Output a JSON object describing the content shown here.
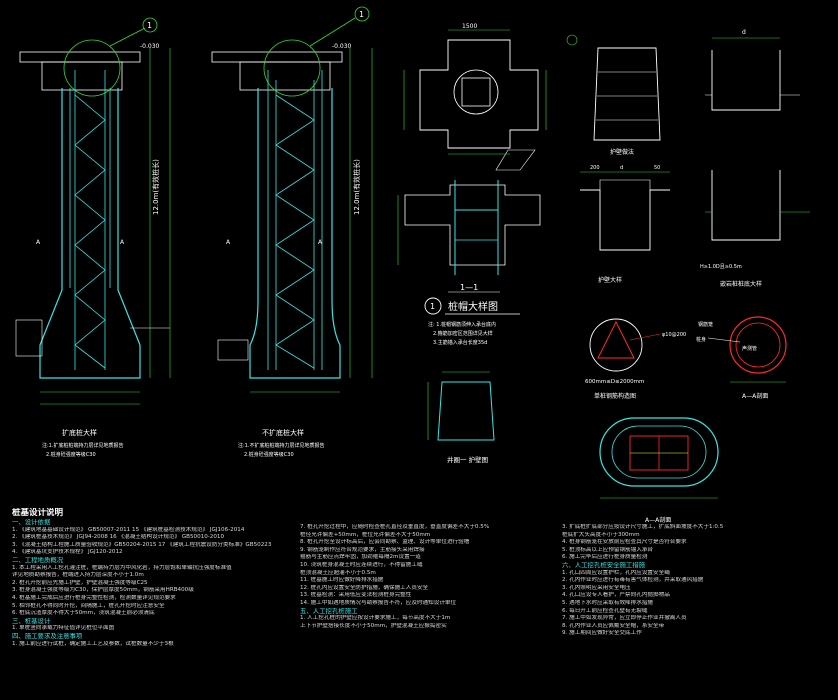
{
  "labels": {
    "dim_head": "-0.030",
    "dim_head2": "-0.030",
    "pile_len_left": "12.0m(有效桩长)",
    "pile_len_right": "12.0m(有效桩长)",
    "callout1": "1",
    "callout1b": "1",
    "section11": "1—1",
    "detail_title": "桩帽大样图",
    "detail_num": "1",
    "detail_desc1": "注: 1.桩帽钢筋须伸入承台底内",
    "detail_desc2": "2.箍筋加密区范围详见大样",
    "detail_desc3": "3.主筋锚入承台长度35d",
    "big_title_left": "扩底桩大样",
    "big_title_right": "不扩底桩大样",
    "big_note_left1": "注:1.扩底桩桩端持力层详见地质报告",
    "big_note_left2": "2.桩身砼强度等级C30",
    "big_note_right1": "注:1.不扩底桩桩端持力层详见地质报告",
    "big_note_right2": "2.桩身砼强度等级C30",
    "stirrup_label": "护壁做法",
    "guard_label": "井圈一  护壁图",
    "guard_label2": "护壁大样",
    "steel_rebar": "φ10@200",
    "circle_label": "600mm≤D≤2000mm",
    "circle_title": "单桩钢筋构造图",
    "aa_title": "A—A剖面",
    "aa_title2": "A—A剖面",
    "ring_label1": "钢筋笼",
    "ring_label2": "桩身",
    "ring_label3": "声测管",
    "rock_title": "嵌岩桩桩底大样",
    "rock_note": "H≥1.0D且≥0.5m",
    "dim_1500": "1500",
    "dim_d": "d",
    "dim_d2": "d",
    "dim_200": "200",
    "dim_50": "50",
    "dim_a": "A",
    "dim_a2": "A",
    "dim_a3": "A",
    "dim_a4": "A"
  },
  "notes": {
    "title": "桩基设计说明",
    "col1": [
      {
        "t": "hd",
        "v": "一、设计依据"
      },
      {
        "t": "n",
        "v": "1.  《建筑地基基础设计规范》        GB50007-2011      15  《建筑桩基检测技术规范》  JGJ106-2014"
      },
      {
        "t": "n",
        "v": "2.  《建筑桩基技术规范》            JGJ94-2008        16  《混凝土结构设计规范》   GB50010-2010"
      },
      {
        "t": "n",
        "v": "3.  《混凝土结构工程施工质量验收规范》GB50204-2015    17  《建筑工程抗震设防分类标准》GB50223"
      },
      {
        "t": "n",
        "v": "4.  《建筑基坑支护技术规程》        JGJ120-2012"
      },
      {
        "t": "hd",
        "v": "二、工程地质概况"
      },
      {
        "t": "n",
        "v": "1.  本工程采用人工挖孔灌注桩，桩端持力层为中风化岩，持力层饱和单轴抗压强度标准值"
      },
      {
        "t": "n",
        "v": "    详见地质勘察报告，桩端进入持力层深度不小于1.0m"
      },
      {
        "t": "n",
        "v": "2.  桩孔开挖前应先施工护壁，护壁混凝土强度等级C25"
      },
      {
        "t": "n",
        "v": "3.  桩身混凝土强度等级为C30，保护层厚度50mm，钢筋采用HRB400级"
      },
      {
        "t": "n",
        "v": "4.  桩基施工完成后应进行桩身完整性检测，检测数量详见规范要求"
      },
      {
        "t": "n",
        "v": "5.  相邻桩孔不得同时开挖，间隔施工，桩孔开挖时应注意安全"
      },
      {
        "t": "n",
        "v": "6.  桩底沉渣厚度不得大于50mm，浇筑混凝土前必须清底"
      },
      {
        "t": "hd",
        "v": "三、桩基设计"
      },
      {
        "t": "n",
        "v": "1.  单桩竖向承载力特征值详见桩位平面图"
      },
      {
        "t": "hd",
        "v": "四、施工要求及注意事项"
      },
      {
        "t": "n",
        "v": "1.  施工前应进行试桩，确定施工工艺及参数，试桩数量不少于3根"
      }
    ],
    "col2": [
      {
        "t": "n",
        "v": "7.  桩孔开挖过程中，应随时检查桩孔直径及垂直度，垂直度偏差不大于0.5%"
      },
      {
        "t": "n",
        "v": "    桩径允许偏差+50mm，桩位允许偏差不大于50mm"
      },
      {
        "t": "n",
        "v": "8.  桩孔开挖至设计标高后，应会同勘察、监理、设计等单位进行验槽"
      },
      {
        "t": "n",
        "v": "9.  钢筋笼制作应符合规范要求，主筋接头采用焊接"
      },
      {
        "t": "n",
        "v": "    箍筋与主筋应点焊牢固，加劲箍每隔2m设置一道"
      },
      {
        "t": "n",
        "v": "10. 浇筑桩身混凝土时应连续进行，不得留施工缝"
      },
      {
        "t": "n",
        "v": "    桩顶混凝土应超灌不小于0.5m"
      },
      {
        "t": "n",
        "v": "11. 桩基施工时应做好降排水措施"
      },
      {
        "t": "n",
        "v": "12. 桩孔内应设置安全防护措施，确保施工人员安全"
      },
      {
        "t": "n",
        "v": "13. 桩基检测：采用低应变法检测桩身完整性"
      },
      {
        "t": "n",
        "v": "14. 施工中如遇地质情况与勘察报告不符，应及时通知设计单位"
      },
      {
        "t": "hd",
        "v": "五、人工挖孔桩施工"
      },
      {
        "t": "n",
        "v": "1.  人工挖孔桩的护壁应按设计要求施工，每节高度不大于1m"
      },
      {
        "t": "n",
        "v": "    上下节护壁搭接长度不小于50mm，护壁混凝土应振捣密实"
      }
    ],
    "col3": [
      {
        "t": "n",
        "v": "3.  扩底桩扩底部分应按设计尺寸施工，扩底斜面坡度不大于1:0.5"
      },
      {
        "t": "n",
        "v": "    桩底扩大头高度不小于300mm"
      },
      {
        "t": "n",
        "v": "4.  桩身钢筋笼在安放前应检查其尺寸是否符合要求"
      },
      {
        "t": "n",
        "v": "5.  桩顶标高以上应预留钢筋锚入承台"
      },
      {
        "t": "n",
        "v": "6.  施工完毕后应进行桩身质量检测"
      },
      {
        "t": "hd",
        "v": "六、人工挖孔桩安全施工措施"
      },
      {
        "t": "n",
        "v": "1.  孔口四周应设置护栏，孔内应设置安全绳"
      },
      {
        "t": "n",
        "v": "2.  孔内作业时应进行有毒有害气体检测，并采取通风措施"
      },
      {
        "t": "n",
        "v": "3.  孔内照明应采用安全电压"
      },
      {
        "t": "n",
        "v": "4.  孔口应设专人看护，严禁向孔内抛掷物品"
      },
      {
        "t": "n",
        "v": "5.  遇地下水时应采取有效降排水措施"
      },
      {
        "t": "n",
        "v": "6.  每日开工前应检查孔壁有无裂缝"
      },
      {
        "t": "n",
        "v": "7.  施工中如发现异常，应立即停止作业并撤离人员"
      },
      {
        "t": "n",
        "v": "8.  孔内作业人员应佩戴安全帽，系安全带"
      },
      {
        "t": "n",
        "v": "9.  施工期间应做好安全交底工作"
      }
    ]
  },
  "colors": {
    "cyan": "#36e6e6",
    "green": "#2fdc2f",
    "white": "#ffffff",
    "red": "#ff2a2a",
    "yellow": "#ffff33",
    "magenta": "#e040e0"
  }
}
